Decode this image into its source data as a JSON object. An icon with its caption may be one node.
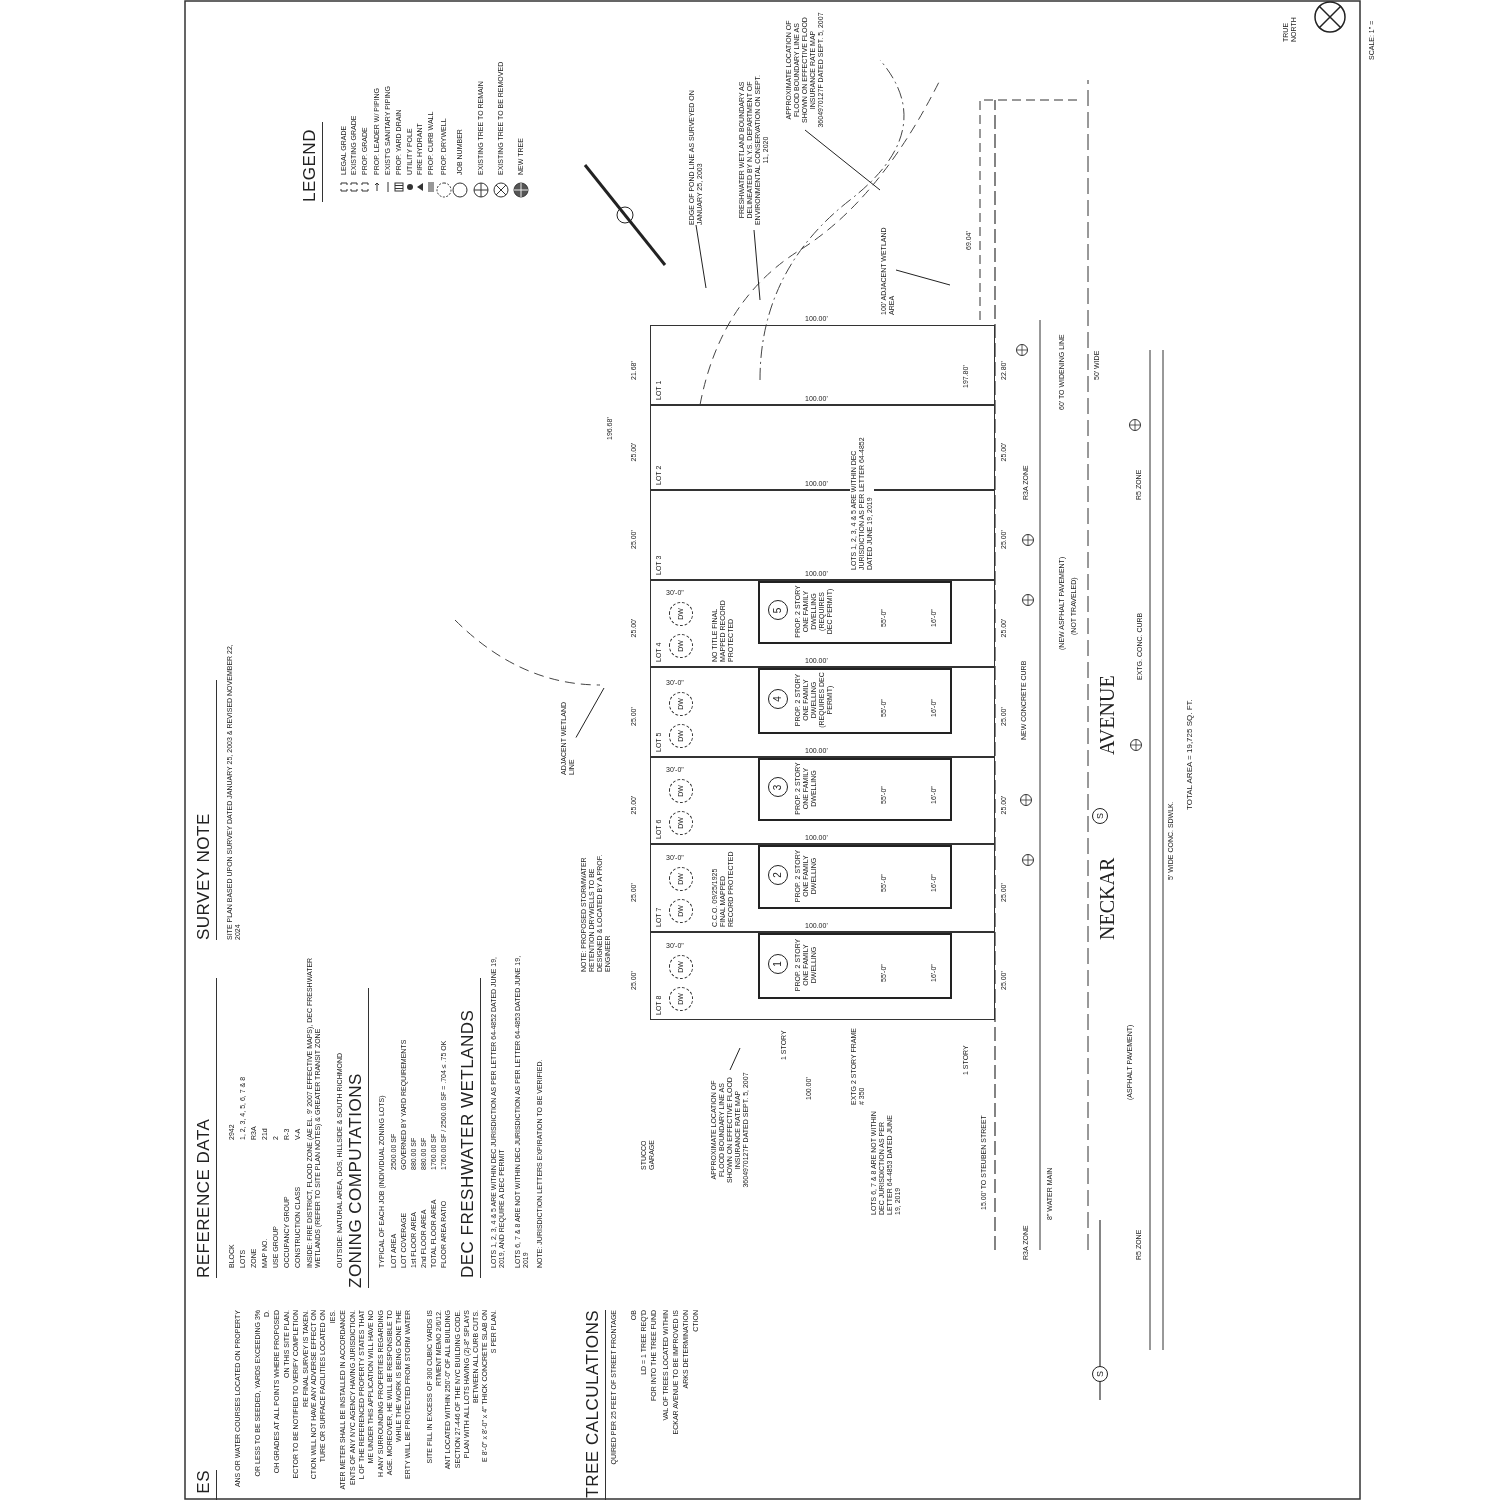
{
  "diagram": {
    "nodes": [
      {
        "text": [
          "LOT 1"
        ]
      },
      {
        "text": [
          "LOT 2"
        ]
      },
      {
        "text": [
          "LOT 3"
        ]
      },
      {
        "text": [
          "LOT 4",
          "NO TITLE FINAL MAPPED RECORD PROTECTED"
        ]
      },
      {
        "text": [
          "LOT 5"
        ]
      },
      {
        "text": [
          "LOT 6"
        ]
      },
      {
        "text": [
          "LOT 7",
          "C.C.O. 09/25/1925 FINAL MAPPED RECORD PROTECTED"
        ]
      },
      {
        "text": [
          "LOT 8"
        ]
      },
      {
        "text": [
          "1",
          "PROP. 2 STORY ONE FAMILY DWELLING"
        ],
        "in": 7
      },
      {
        "text": [
          "2",
          "PROP. 2 STORY ONE FAMILY DWELLING"
        ],
        "in": 6
      },
      {
        "text": [
          "3",
          "PROP. 2 STORY ONE FAMILY DWELLING"
        ],
        "in": 5
      },
      {
        "text": [
          "4",
          "PROP. 2 STORY ONE FAMILY DWELLING (REQUIRES DEC PERMIT)"
        ],
        "in": 4
      },
      {
        "text": [
          "5",
          "PROP. 2 STORY ONE FAMILY DWELLING (REQUIRES DEC PERMIT)"
        ],
        "in": 3
      },
      {
        "text": [
          "EDGE OF POND LINE AS SURVEYED ON JANUARY 25, 2003"
        ]
      },
      {
        "text": [
          "FRESHWATER WETLAND BOUNDARY AS DELINEATED BY N.Y.S. DEPARTMENT OF ENVIRONMENTAL CONSERVATION ON SEPT. 11, 2020"
        ]
      },
      {
        "text": [
          "APPROXIMATE LOCATION OF FLOOD BOUNDARY LINE AS SHOWN ON EFFECTIVE FLOOD INSURANCE RATE MAP 3604970127F DATED SEPT. 5, 2007"
        ]
      },
      {
        "text": [
          "APPROXIMATE LOCATION OF FLOOD BOUNDARY LINE AS SHOWN ON EFFECTIVE FLOOD INSURANCE RATE MAP 3604970127F DATED SEPT. 5, 2007"
        ]
      },
      {
        "text": [
          "ADJACENT WETLAND LINE"
        ]
      },
      {
        "text": [
          "100' ADJACENT WETLAND AREA"
        ]
      },
      {
        "text": [
          "DW"
        ],
        "in": 3
      },
      {
        "text": [
          "DW"
        ],
        "in": 3
      },
      {
        "text": [
          "DW"
        ],
        "in": 4
      },
      {
        "text": [
          "DW"
        ],
        "in": 4
      },
      {
        "text": [
          "DW"
        ],
        "in": 5
      },
      {
        "text": [
          "DW"
        ],
        "in": 5
      },
      {
        "text": [
          "DW"
        ],
        "in": 6
      },
      {
        "text": [
          "DW"
        ],
        "in": 6
      },
      {
        "text": [
          "DW"
        ],
        "in": 7
      },
      {
        "text": [
          "DW"
        ],
        "in": 7
      },
      {
        "text": [
          "S"
        ]
      },
      {
        "text": [
          "S"
        ]
      }
    ],
    "edges": [
      {
        "from": 13,
        "to": null,
        "arrow": "none"
      },
      {
        "from": 14,
        "to": null,
        "arrow": "none"
      },
      {
        "from": 15,
        "to": null,
        "arrow": "none"
      },
      {
        "from": 16,
        "to": null,
        "arrow": "none"
      },
      {
        "from": 17,
        "to": null,
        "arrow": "none"
      },
      {
        "from": 18,
        "to": null,
        "arrow": "none"
      }
    ],
    "labels": [
      "REFERENCE DATA",
      "BLOCK",
      "2942",
      "LOTS",
      "1, 2, 3, 4, 5, 6, 7 & 8",
      "ZONE",
      "R3A",
      "MAP NO.",
      "21d",
      "USE GROUP",
      "2",
      "OCCUPANCY GROUP",
      "R-3",
      "CONSTRUCTION CLASS",
      "V-A",
      "INSIDE: FIRE DISTRICT, FLOOD ZONE (AE EL. 9' 2007 EFFECTIVE MAPS), DEC FRESHWATER WETLANDS (REFER TO SITE PLAN NOTES) & GREATER TRANSIT ZONE",
      "OUTSIDE: NATURAL AREA, DOS, HILLSIDE & SOUTH RICHMOND",
      "ZONING COMPUTATIONS",
      "TYPICAL OF EACH JOB (INDIVIDUAL ZONING LOTS)",
      "LOT AREA",
      "2500.00 SF",
      "LOT COVERAGE",
      "GOVERNED BY YARD REQUIREMENTS",
      "1st FLOOR AREA",
      "880.00 SF",
      "2nd FLOOR AREA",
      "880.00 SF",
      "TOTAL FLOOR AREA",
      "1760.00 SF",
      "FLOOR AREA RATIO",
      "1760.00 SF / 2500.00 SF = .704 ≤ .75 OK",
      "DEC FRESHWATER WETLANDS",
      "LOTS 1, 2, 3, 4 & 5 ARE WITHIN DEC JURISDICTION AS PER LETTER 64-4852 DATED JUNE 19, 2019, AND REQUIRE A DEC PERMIT",
      "LOTS 6, 7 & 8 ARE NOT WITHIN DEC JURISDICTION AS PER LETTER 64-4853 DATED JUNE 19, 2019",
      "NOTE: JURISDICTION LETTERS EXPIRATION TO BE VERIFIED.",
      "SURVEY NOTE",
      "SITE PLAN BASED UPON SURVEY DATED JANUARY 25, 2003 & REVISED NOVEMBER 22, 2024",
      "ES",
      "ANS OR WATER COURSES LOCATED ON PROPERTY",
      "OR LESS TO BE SEEDED, YARDS EXCEEDING 3%",
      "D.",
      "OH GRADES AT ALL POINTS WHERE PROPOSED",
      "ON THIS SITE PLAN.",
      "ECTOR TO BE NOTIFIED TO VERIFY COMPLETION",
      "RE FINAL SURVEY IS TAKEN.",
      "CTION WILL NOT HAVE ANY ADVERSE EFFECT ON",
      "TURE OR SURFACE FACILITIES LOCATED ON",
      "IES.",
      "ATER METER SHALL BE INSTALLED IN ACCORDANCE",
      "ENTS OF ANY NYC AGENCY HAVING JURISDICTION.",
      "L OF THE REFERENCED PROPERTY STATES THAT",
      "ME UNDER THIS APPLICATION WILL HAVE NO",
      "H ANY SURROUNDING PROPERTIES REGARDING",
      "AGE. MOREOVER, HE WILL BE RESPONSIBLE TO",
      "WHILE THE WORK IS BEING DONE THE",
      "ERTY WILL BE PROTECTED FROM STORM WATER",
      "SITE FILL IN EXCESS OF 300 CUBIC YARDS IS",
      "RTMENT MEMO 2/6/12.",
      "ANT LOCATED WITHIN 250'-0\" OF ALL BUILDING",
      "SECTION 27-446 OF THE NYC BUILDING CODE.",
      "PLAN WITH ALL LOTS HAVING (2)-8\" SPLAYS",
      "BETWEEN ALL CURB CUTS.",
      "E 8'-0\" x 8'-0\" x 4\" THICK CONCRETE SLAB ON",
      "S PER PLAN.",
      "TREE CALCULATIONS",
      "QUIRED PER 25 FEET OF STREET FRONTAGE",
      "OB",
      "LD = 1 TREE REQ'D",
      "FOR INTO THE TREE FUND",
      "VAL OF TREES LOCATED WITHIN",
      "ECKAR AVENUE TO BE IMPROVED IS",
      "ARKS DETERMINATION",
      "CTION",
      "LEGEND",
      "NOTE: PROPOSED STORMWATER RETENTION DRYWELLS TO BE DESIGNED & LOCATED BY A PROF. ENGINEER",
      "25.00'",
      "25.00'",
      "25.00'",
      "25.00'",
      "25.00'",
      "25.00'",
      "25.00'",
      "196.68'",
      "21.68'",
      "25.00'",
      "25.00'",
      "25.00'",
      "25.00'",
      "25.00'",
      "25.00'",
      "25.00'",
      "197.80'",
      "22.80'",
      "69.04'",
      "100.00'",
      "100.00'",
      "100.00'",
      "100.00'",
      "100.00'",
      "100.00'",
      "100.00'",
      "100.00'",
      "100.00'",
      "STUCCO GARAGE",
      "1 STORY",
      "EXTG 2 STORY FRAME # 350",
      "1 STORY",
      "LOTS 1, 2, 3, 4 & 5 ARE WITHIN DEC JURISDICTION AS PER LETTER 64-4852 DATED JUNE 19, 2019",
      "LOTS 6, 7 & 8 ARE NOT WITHIN DEC JURISDICTION AS PER LETTER 64-4853 DATED JUNE 19, 2019",
      "NECKAR",
      "AVENUE",
      "TOTAL AREA = 19,725 SQ. FT.",
      "R3A ZONE",
      "R5 ZONE",
      "R3A ZONE",
      "R5 ZONE",
      "60' TO WIDENING LINE",
      "50' WIDE",
      "15.00' TO STEUBEN STREET",
      "(NEW ASPHALT PAVEMENT)",
      "(NOT TRAVELED)",
      "(ASPHALT PAVEMENT)",
      "EXTG. CONC. CURB",
      "5' WIDE CONC. SDWLK.",
      "8\" WATER MAIN",
      "NEW CONCRETE CURB",
      "55'-0\"",
      "55'-0\"",
      "55'-0\"",
      "55'-0\"",
      "55'-0\"",
      "16'-0\"",
      "16'-0\"",
      "16'-0\"",
      "16'-0\"",
      "16'-0\"",
      "30'-0\"",
      "30'-0\"",
      "30'-0\"",
      "30'-0\"",
      "30'-0\"",
      "TRUE NORTH",
      "SCALE: 1\" ="
    ],
    "legend": [
      {
        "text": "LEGAL GRADE"
      },
      {
        "text": "EXISTING GRADE"
      },
      {
        "text": "PROP. GRADE"
      },
      {
        "text": "PROP. LEADER W/ PIPING"
      },
      {
        "text": "EXIST'G SANITARY PIPING"
      },
      {
        "text": "PROP. YARD DRAIN"
      },
      {
        "text": "UTILITY POLE"
      },
      {
        "text": "FIRE HYDRANT"
      },
      {
        "text": "PROP. CURB WALL"
      },
      {
        "text": "PROP. DRYWELL"
      },
      {
        "text": "JOB NUMBER"
      },
      {
        "text": "EXISTING TREE TO REMAIN"
      },
      {
        "text": "EXISTING TREE TO BE REMOVED"
      },
      {
        "text": "NEW TREE"
      }
    ]
  }
}
